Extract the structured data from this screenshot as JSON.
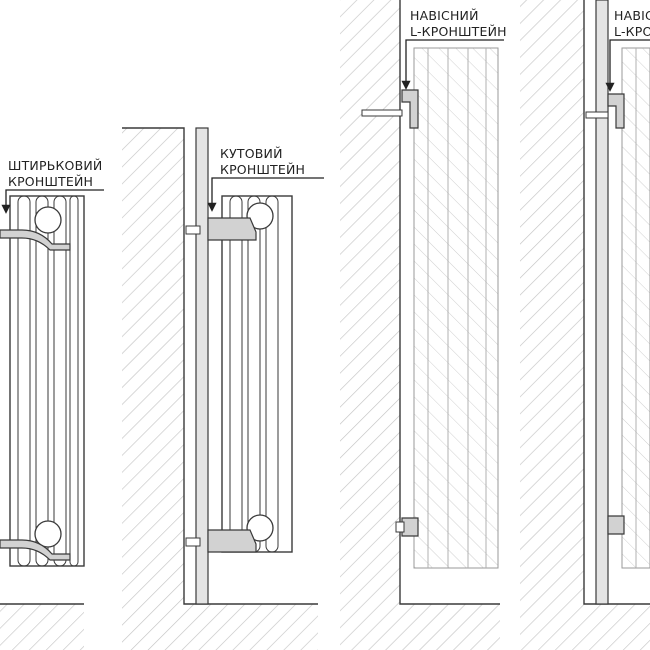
{
  "labels": {
    "pin_bracket": [
      "ШТИРЬКОВИЙ",
      "КРОНШТЕЙН"
    ],
    "corner_bracket": [
      "КУТОВИЙ",
      "КРОНШТЕЙН"
    ],
    "hanging_bracket_1": [
      "НАВІСНИЙ",
      "L-КРОНШТЕЙН"
    ],
    "hanging_bracket_2": [
      "НАВІС",
      "L-КРО"
    ]
  },
  "colors": {
    "outline": "#3a3a3a",
    "hatch": "#c4c4c4",
    "wall_fill": "#ffffff",
    "panel_fill": "#e4e4e4",
    "bracket_fill": "#d2d2d2"
  }
}
